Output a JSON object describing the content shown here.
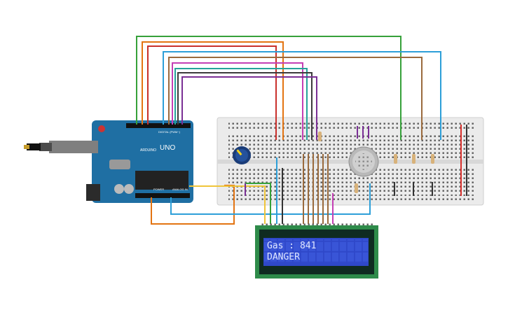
{
  "arduino": {
    "logo_text": "UNO",
    "header_digital_label": "DIGITAL (PWM~)",
    "header_power_label": "POWER",
    "header_analog_label": "ANALOG IN",
    "brand_text": "ARDUINO"
  },
  "lcd": {
    "line1": "Gas : 841",
    "line2": "DANGER"
  },
  "colors": {
    "board": "#1f6fa3",
    "lcd_pcb": "#2e8b4a",
    "lcd_screen": "#2f48c9",
    "breadboard": "#e9e9e9"
  },
  "icons": {
    "usb": "usb-connector-icon",
    "power_jack": "power-jack-icon",
    "potentiometer": "potentiometer-icon",
    "gas_sensor": "gas-sensor-icon"
  }
}
